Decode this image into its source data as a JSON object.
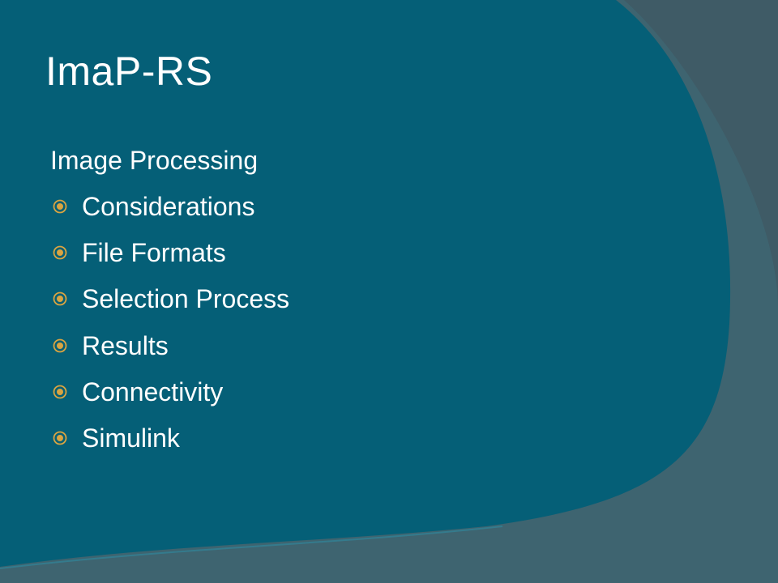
{
  "slide": {
    "title": "ImaP-RS",
    "heading": "Image Processing",
    "bullets": [
      {
        "label": "Considerations"
      },
      {
        "label": "File Formats"
      },
      {
        "label": "Selection Process"
      },
      {
        "label": "Results"
      },
      {
        "label": "Connectivity"
      },
      {
        "label": "Simulink"
      }
    ]
  },
  "theme": {
    "background_outer": "#3f5b66",
    "background_main": "#055f77",
    "accent_bullet": "#d9a441",
    "text": "#ffffff",
    "bullet_icon": "circled-dot-icon"
  }
}
